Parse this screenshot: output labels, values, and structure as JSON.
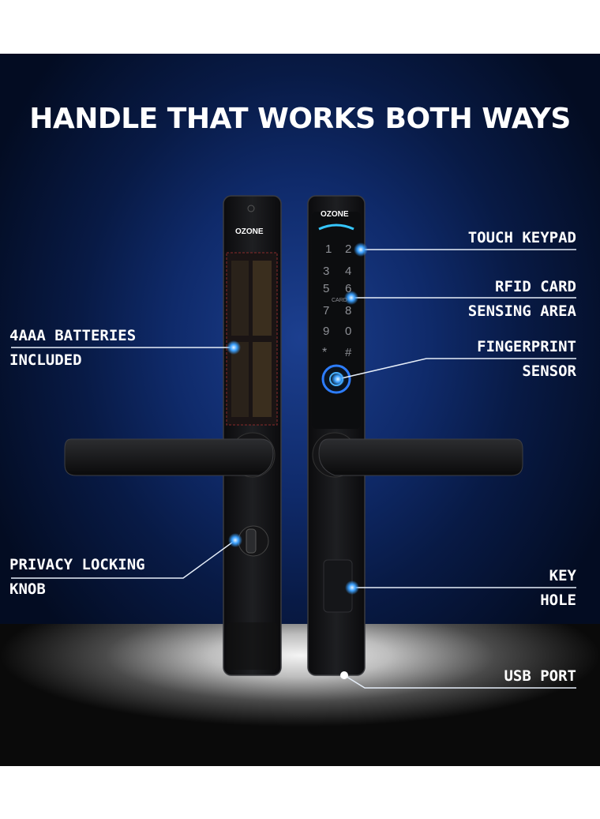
{
  "headline": "HANDLE THAT WORKS BOTH WAYS",
  "brand": "OZONE",
  "keypad": {
    "keys": [
      "1",
      "2",
      "3",
      "4",
      "5",
      "6",
      "7",
      "8",
      "9",
      "0",
      "*",
      "#"
    ],
    "card_mark": "CARD"
  },
  "callouts": {
    "touch_keypad": "TOUCH KEYPAD",
    "rfid_line1": "RFID CARD",
    "rfid_line2": "SENSING AREA",
    "batteries_line1": "4AAA BATTERIES",
    "batteries_line2": "INCLUDED",
    "fingerprint_line1": "FINGERPRINT",
    "fingerprint_line2": "SENSOR",
    "privacy_line1": "PRIVACY LOCKING",
    "privacy_line2": "KNOB",
    "key_line1": "KEY",
    "key_line2": "HOLE",
    "usb": "USB PORT"
  },
  "colors": {
    "accent": "#3aa0ff",
    "background": "#0f2a6a",
    "text": "#ffffff"
  }
}
